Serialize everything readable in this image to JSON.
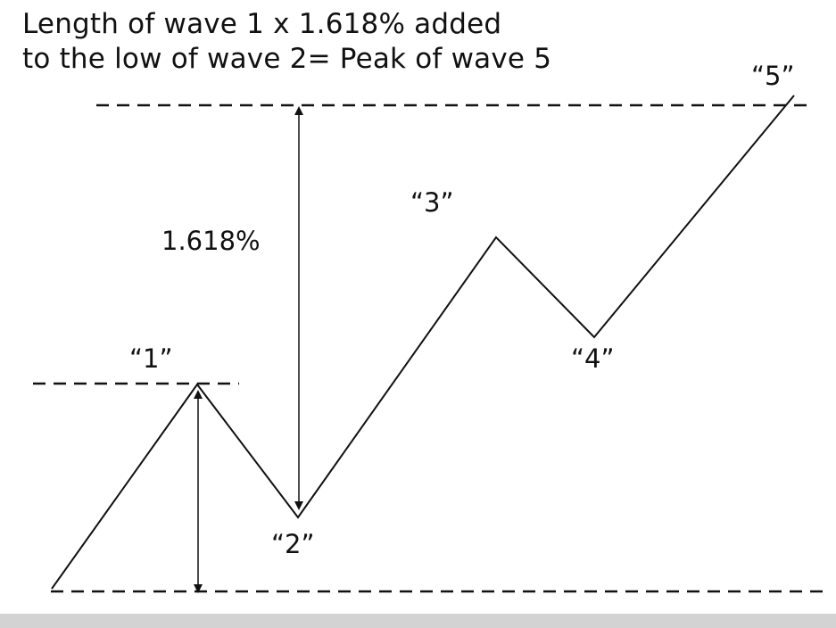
{
  "title": {
    "line1": "Length of  wave 1 x 1.618% added",
    "line2": "to the low of wave 2= Peak of wave 5"
  },
  "wave_labels": {
    "w1": "“1”",
    "w2": "“2”",
    "w3": "“3”",
    "w4": "“4”",
    "w5": "“5”"
  },
  "ratio_label": "1.618%",
  "colors": {
    "line": "#111111",
    "footer": "#d3d3d3"
  }
}
